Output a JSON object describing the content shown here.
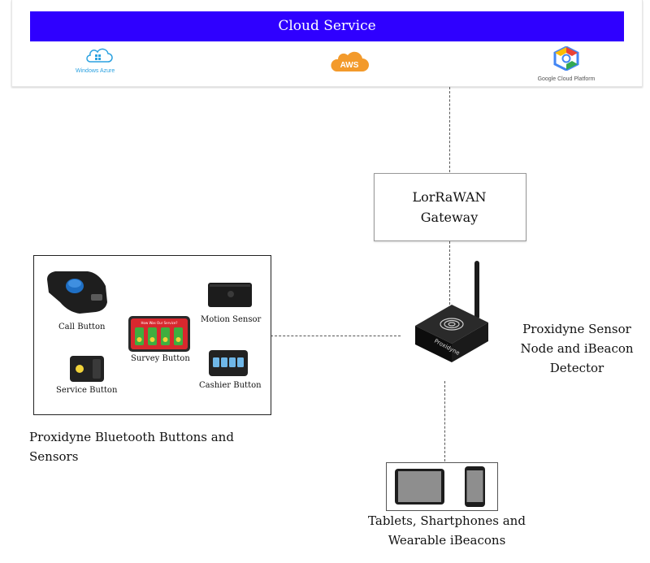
{
  "cloud": {
    "title": "Cloud Service",
    "providers": {
      "azure": "Windows Azure",
      "aws": "AWS",
      "google": "Google Cloud Platform"
    }
  },
  "gateway": {
    "line1": "LorRaWAN",
    "line2": "Gateway"
  },
  "sensor_node": {
    "line1": "Proxidyne Sensor",
    "line2": "Node and iBeacon",
    "line3": "Detector",
    "brand": "Proxidyne"
  },
  "devices": {
    "call_button": "Call Button",
    "motion_sensor": "Motion Sensor",
    "survey_button": "Survey Button",
    "service_button": "Service Button",
    "cashier_button": "Cashier Button",
    "survey_header": "How Was Our Service?",
    "group_line1": "Proxidyne Bluetooth Buttons and",
    "group_line2": "Sensors"
  },
  "mobile": {
    "line1": "Tablets, Shartphones and",
    "line2": "Wearable iBeacons"
  },
  "colors": {
    "cloud_bar": "#2f00ff",
    "aws_orange": "#f39a2b",
    "azure_blue": "#2aa1e0",
    "survey_red": "#d8282e",
    "survey_green": "#3fae3f",
    "cashier_blue": "#6fb7e8"
  }
}
